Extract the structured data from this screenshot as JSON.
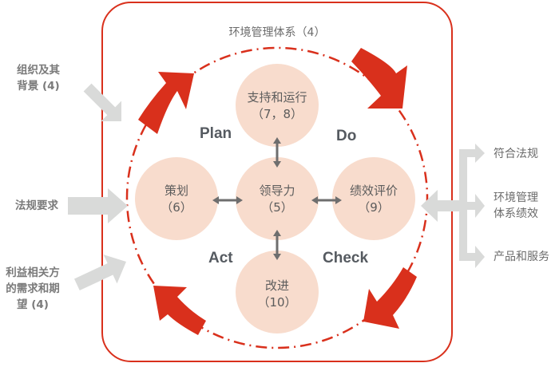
{
  "diagram": {
    "title": "环境管理体系（4）",
    "colors": {
      "frame": "#d9301c",
      "cycle_arrow": "#d9301c",
      "node_fill": "#f8dccd",
      "connector": "#6e6e6e",
      "flow_arrow": "#d9dad9",
      "text": "#6b6b6b"
    },
    "phases": {
      "plan": "Plan",
      "do": "Do",
      "check": "Check",
      "act": "Act"
    },
    "nodes": {
      "support": {
        "name": "支持和运行",
        "clause": "（7，8）"
      },
      "planning": {
        "name": "策划",
        "clause": "（6）"
      },
      "leadership": {
        "name": "领导力",
        "clause": "（5）"
      },
      "evaluation": {
        "name": "绩效评价",
        "clause": "（9）"
      },
      "improvement": {
        "name": "改进",
        "clause": "（10）"
      }
    },
    "inputs": {
      "context": "组织及其\n背景 (4)",
      "legal": "法规要求",
      "stakeholders": "利益相关方\n的需求和期\n望 (4)"
    },
    "outputs": {
      "compliance": "符合法规",
      "performance": "环境管理\n体系绩效",
      "products": "产品和服务"
    }
  }
}
